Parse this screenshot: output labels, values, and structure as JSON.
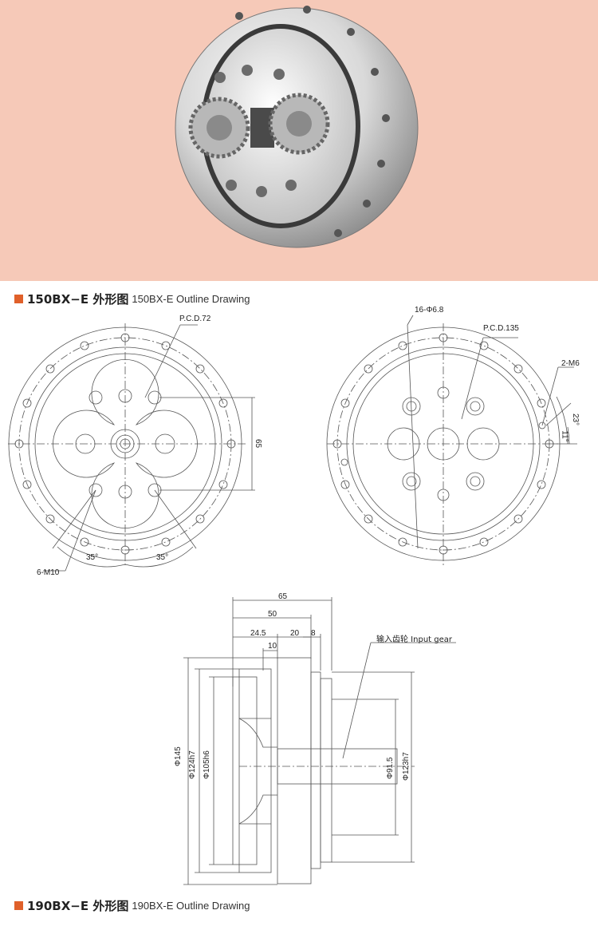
{
  "colors": {
    "hero_bg": "#f6c9b8",
    "accent": "#e0602a",
    "line": "#555555"
  },
  "hero": {
    "image": "reducer-photo"
  },
  "section_150": {
    "title_main": "150BX−E 外形图",
    "title_sub": "150BX-E Outline Drawing"
  },
  "front_view": {
    "pcd_label": "P.C.D.72",
    "dim_65": "65",
    "angle_left": "35°",
    "angle_right": "35°",
    "thread_label": "6-M10"
  },
  "rear_view": {
    "holes_label": "16-Φ6.8",
    "pcd_label": "P.C.D.135",
    "thread_label": "2-M6",
    "angle_23": "23°",
    "angle_11": "11°"
  },
  "side_view": {
    "dim_65": "65",
    "dim_50": "50",
    "dim_24_5": "24.5",
    "dim_20": "20",
    "dim_8": "8",
    "dim_10": "10",
    "input_gear_label": "输入齿轮 Input gear",
    "dia_145": "Φ145",
    "dia_124h7": "Φ124h7",
    "dia_105h6": "Φ105h6",
    "dia_91_5": "Φ91.5",
    "dia_123h7": "Φ123h7"
  },
  "section_190": {
    "title_main": "190BX−E 外形图",
    "title_sub": "190BX-E Outline Drawing"
  }
}
